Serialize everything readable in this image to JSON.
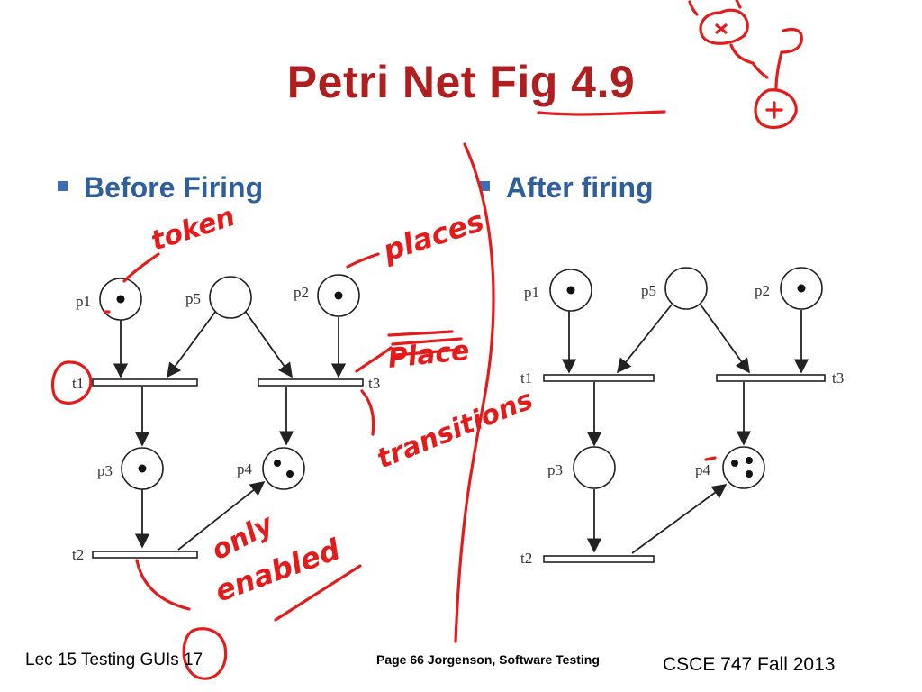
{
  "slide": {
    "title": "Petri Net Fig 4.9",
    "bullets": [
      "Before Firing",
      "After firing"
    ],
    "footer_left": "Lec 15 Testing GUIs 17",
    "footer_center": "Page 66 Jorgenson, Software Testing",
    "footer_right": "CSCE 747 Fall 2013"
  },
  "diagram": {
    "before": {
      "places": [
        {
          "label": "p1",
          "tokens": 1
        },
        {
          "label": "p5",
          "tokens": 0
        },
        {
          "label": "p2",
          "tokens": 1
        },
        {
          "label": "p3",
          "tokens": 1
        },
        {
          "label": "p4",
          "tokens": 2
        }
      ],
      "transitions": [
        "t1",
        "t3",
        "t2"
      ]
    },
    "after": {
      "places": [
        {
          "label": "p1",
          "tokens": 1
        },
        {
          "label": "p5",
          "tokens": 0
        },
        {
          "label": "p2",
          "tokens": 1
        },
        {
          "label": "p3",
          "tokens": 0
        },
        {
          "label": "p4",
          "tokens": 3
        }
      ],
      "transitions": [
        "t1",
        "t3",
        "t2"
      ]
    }
  },
  "annotations": {
    "token": "token",
    "places": "places",
    "place": "Place",
    "transitions": "transitions",
    "only": "only",
    "enabled": "enabled"
  },
  "colors": {
    "title": "#b01f1f",
    "bullet": "#2e5f9a",
    "ink": "#e41b1b"
  }
}
